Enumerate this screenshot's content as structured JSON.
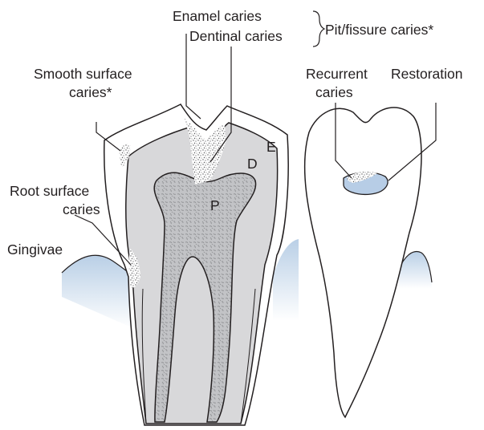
{
  "labels": {
    "enamel_caries": "Enamel caries",
    "dentinal_caries": "Dentinal caries",
    "pit_fissure_caries": "Pit/fissure caries*",
    "smooth_surface_line1": "Smooth surface",
    "smooth_surface_line2": "caries*",
    "recurrent_line1": "Recurrent",
    "recurrent_line2": "caries",
    "restoration": "Restoration",
    "root_surface_line1": "Root surface",
    "root_surface_line2": "caries",
    "gingivae": "Gingivae",
    "enamel_letter": "E",
    "dentine_letter": "D",
    "pulp_letter": "P"
  },
  "colors": {
    "gingiva_top": "#b9cfe6",
    "gingiva_bottom": "#ffffff",
    "dentine": "#d8d8da",
    "pulp": "#c2c3c6",
    "enamel": "#ffffff",
    "restoration": "#b7cde6",
    "outline": "#231f20",
    "caries_speckle": "#6d6e71"
  }
}
